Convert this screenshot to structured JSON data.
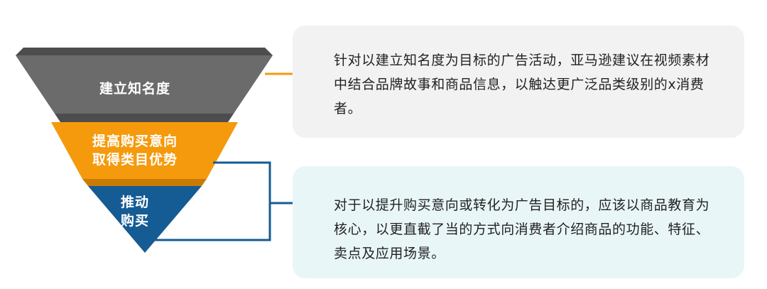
{
  "funnel": {
    "layers": [
      {
        "label": "建立知名度",
        "color": "#6b6b6b"
      },
      {
        "label": "提高购买意向\n取得类目优势",
        "color": "#f59a0c"
      },
      {
        "label": "推动\n购买",
        "color": "#155b94"
      }
    ]
  },
  "connectors": {
    "top_color": "#f59a0c",
    "bottom_color": "#155b94"
  },
  "boxes": [
    {
      "text": "针对以建立知名度为目标的广告活动，亚马逊建议在视频素材中结合品牌故事和商品信息，以触达更广泛品类级别的x消费者。"
    },
    {
      "text": "对于以提升购买意向或转化为广告目标的，应该以商品教育为核心，以更直截了当的方式向消费者介绍商品的功能、特征、卖点及应用场景。"
    }
  ]
}
